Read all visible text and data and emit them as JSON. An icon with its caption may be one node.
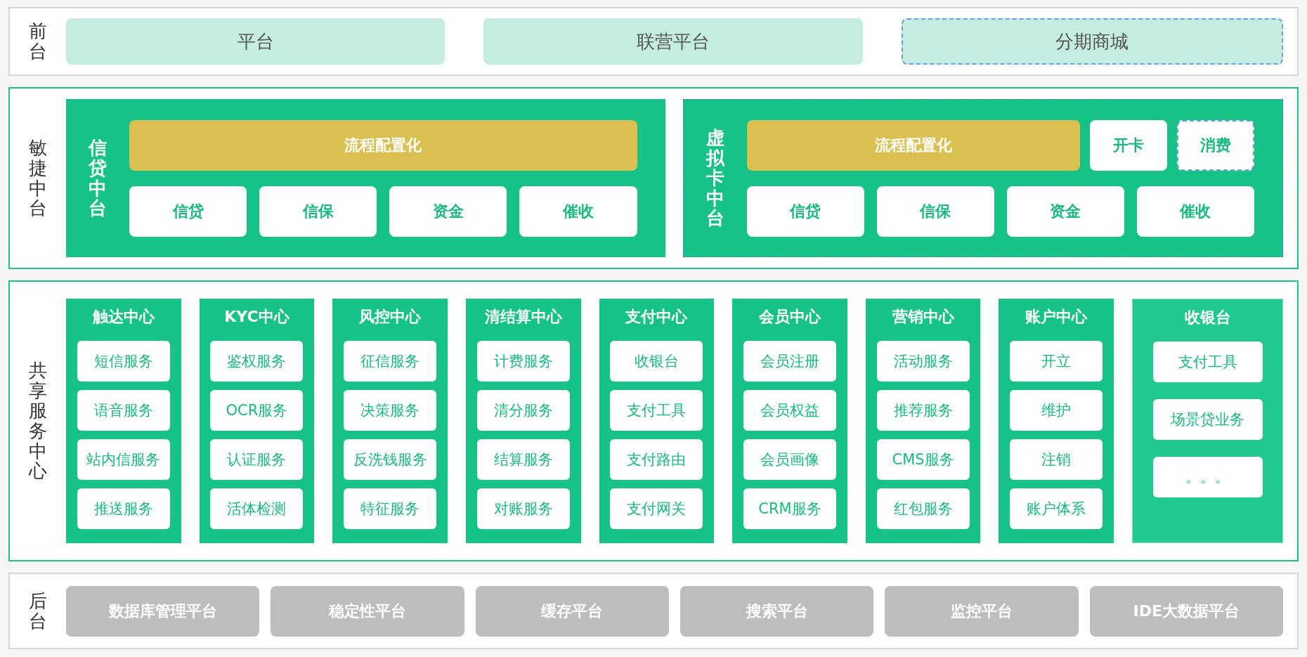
{
  "diagram": {
    "nodes": [
      {
        "text": [
          "前台"
        ]
      },
      {
        "text": [
          "平台"
        ],
        "in": 0
      },
      {
        "text": [
          "联营平台"
        ],
        "in": 0
      },
      {
        "text": [
          "分期商城"
        ],
        "in": 0
      },
      {
        "text": [
          "敏捷中台"
        ]
      },
      {
        "text": [
          "信贷中台"
        ],
        "in": 4
      },
      {
        "text": [
          "流程配置化"
        ],
        "in": 5
      },
      {
        "text": [
          "信贷"
        ],
        "in": 5
      },
      {
        "text": [
          "信保"
        ],
        "in": 5
      },
      {
        "text": [
          "资金"
        ],
        "in": 5
      },
      {
        "text": [
          "催收"
        ],
        "in": 5
      },
      {
        "text": [
          "虚拟卡中台"
        ],
        "in": 4
      },
      {
        "text": [
          "流程配置化"
        ],
        "in": 11
      },
      {
        "text": [
          "开卡"
        ],
        "in": 11
      },
      {
        "text": [
          "消费"
        ],
        "in": 11
      },
      {
        "text": [
          "信贷"
        ],
        "in": 11
      },
      {
        "text": [
          "信保"
        ],
        "in": 11
      },
      {
        "text": [
          "资金"
        ],
        "in": 11
      },
      {
        "text": [
          "催收"
        ],
        "in": 11
      },
      {
        "text": [
          "共享服务中心"
        ]
      },
      {
        "text": [
          "触达中心"
        ],
        "in": 19
      },
      {
        "text": [
          "短信服务"
        ],
        "in": 20
      },
      {
        "text": [
          "语音服务"
        ],
        "in": 20
      },
      {
        "text": [
          "站内信服务"
        ],
        "in": 20
      },
      {
        "text": [
          "推送服务"
        ],
        "in": 20
      },
      {
        "text": [
          "KYC中心"
        ],
        "in": 19
      },
      {
        "text": [
          "鉴权服务"
        ],
        "in": 25
      },
      {
        "text": [
          "OCR服务"
        ],
        "in": 25
      },
      {
        "text": [
          "认证服务"
        ],
        "in": 25
      },
      {
        "text": [
          "活体检测"
        ],
        "in": 25
      },
      {
        "text": [
          "风控中心"
        ],
        "in": 19
      },
      {
        "text": [
          "征信服务"
        ],
        "in": 30
      },
      {
        "text": [
          "决策服务"
        ],
        "in": 30
      },
      {
        "text": [
          "反洗钱服务"
        ],
        "in": 30
      },
      {
        "text": [
          "特征服务"
        ],
        "in": 30
      },
      {
        "text": [
          "清结算中心"
        ],
        "in": 19
      },
      {
        "text": [
          "计费服务"
        ],
        "in": 35
      },
      {
        "text": [
          "清分服务"
        ],
        "in": 35
      },
      {
        "text": [
          "结算服务"
        ],
        "in": 35
      },
      {
        "text": [
          "对账服务"
        ],
        "in": 35
      },
      {
        "text": [
          "支付中心"
        ],
        "in": 19
      },
      {
        "text": [
          "收银台"
        ],
        "in": 40
      },
      {
        "text": [
          "支付工具"
        ],
        "in": 40
      },
      {
        "text": [
          "支付路由"
        ],
        "in": 40
      },
      {
        "text": [
          "支付网关"
        ],
        "in": 40
      },
      {
        "text": [
          "会员中心"
        ],
        "in": 19
      },
      {
        "text": [
          "会员注册"
        ],
        "in": 45
      },
      {
        "text": [
          "会员权益"
        ],
        "in": 45
      },
      {
        "text": [
          "会员画像"
        ],
        "in": 45
      },
      {
        "text": [
          "CRM服务"
        ],
        "in": 45
      },
      {
        "text": [
          "营销中心"
        ],
        "in": 19
      },
      {
        "text": [
          "活动服务"
        ],
        "in": 50
      },
      {
        "text": [
          "推荐服务"
        ],
        "in": 50
      },
      {
        "text": [
          "CMS服务"
        ],
        "in": 50
      },
      {
        "text": [
          "红包服务"
        ],
        "in": 50
      },
      {
        "text": [
          "账户中心"
        ],
        "in": 19
      },
      {
        "text": [
          "开立"
        ],
        "in": 55
      },
      {
        "text": [
          "维护"
        ],
        "in": 55
      },
      {
        "text": [
          "注销"
        ],
        "in": 55
      },
      {
        "text": [
          "账户体系"
        ],
        "in": 55
      },
      {
        "text": [
          "收银台"
        ],
        "in": 19
      },
      {
        "text": [
          "支付工具"
        ],
        "in": 60
      },
      {
        "text": [
          "场景贷业务"
        ],
        "in": 60
      },
      {
        "text": [
          "。。。"
        ],
        "in": 60
      },
      {
        "text": [
          "后台"
        ]
      },
      {
        "text": [
          "数据库管理平台"
        ],
        "in": 64
      },
      {
        "text": [
          "稳定性平台"
        ],
        "in": 64
      },
      {
        "text": [
          "缓存平台"
        ],
        "in": 64
      },
      {
        "text": [
          "搜索平台"
        ],
        "in": 64
      },
      {
        "text": [
          "监控平台"
        ],
        "in": 64
      },
      {
        "text": [
          "IDE大数据平台"
        ],
        "in": 64
      }
    ]
  }
}
